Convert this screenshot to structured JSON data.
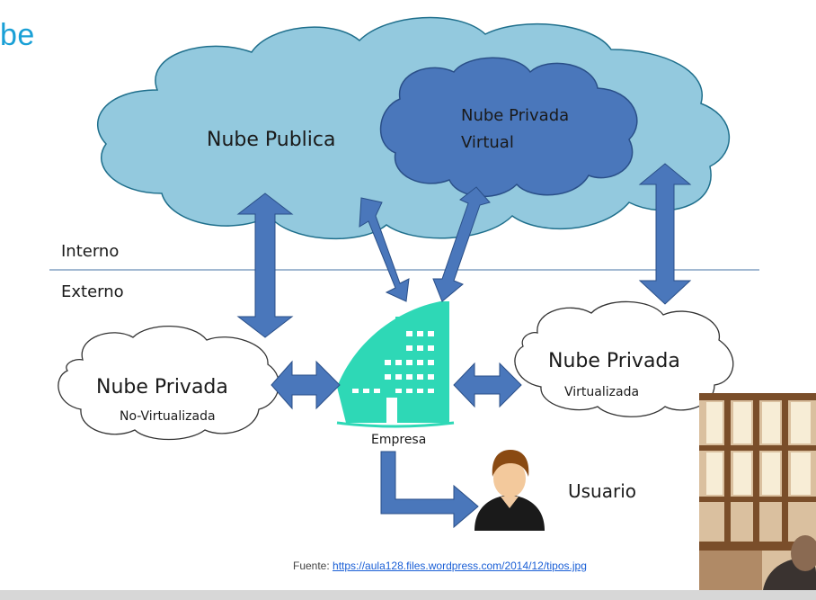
{
  "header": {
    "title_fragment": "be"
  },
  "diagram": {
    "public_cloud": "Nube Publica",
    "virtual_private_cloud_line1": "Nube Privada",
    "virtual_private_cloud_line2": "Virtual",
    "internal_label": "Interno",
    "external_label": "Externo",
    "private_cloud_left_title": "Nube Privada",
    "private_cloud_left_sub": "No-Virtualizada",
    "private_cloud_right_title": "Nube Privada",
    "private_cloud_right_sub": "Virtualizada",
    "company_label": "Empresa",
    "user_label": "Usuario"
  },
  "source": {
    "prefix": "Fuente: ",
    "link": "https://aula128.files.wordpress.com/2014/12/tipos.jpg"
  },
  "colors": {
    "public_cloud": "#93c9de",
    "virtual_cloud": "#4a77bb",
    "arrow": "#4a77bb",
    "building": "#2ed8b6",
    "title": "#1aa0d6"
  }
}
